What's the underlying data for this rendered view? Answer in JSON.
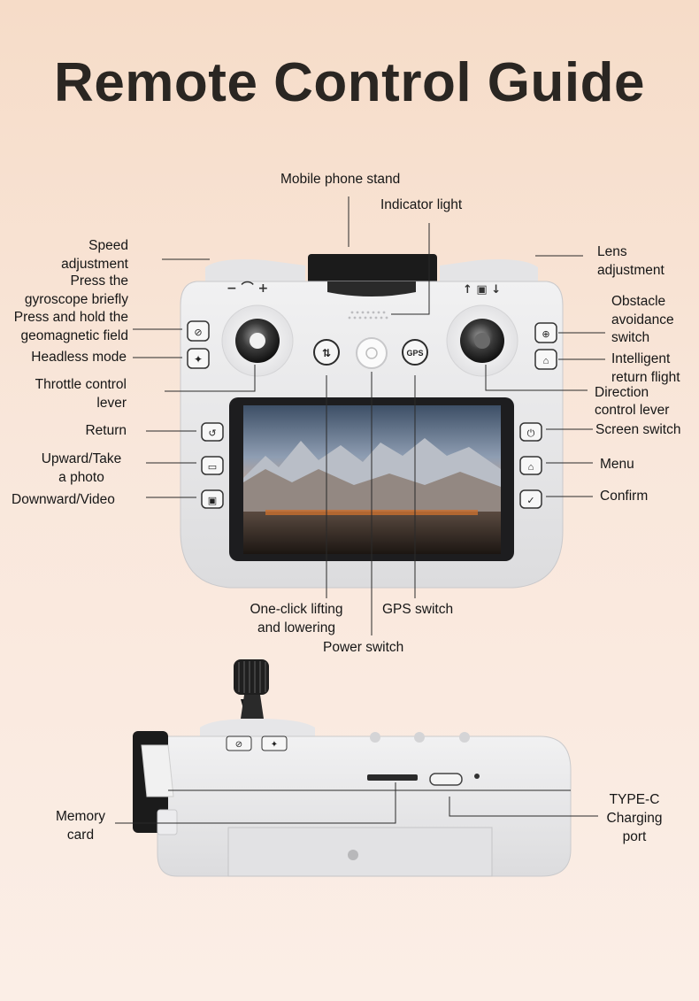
{
  "title": "Remote Control Guide",
  "labels": {
    "mobile_phone_stand": "Mobile phone stand",
    "indicator_light": "Indicator light",
    "speed_adjustment": "Speed\nadjustment",
    "lens_adjustment": "Lens\nadjustment",
    "gyroscope": "Press the\ngyroscope briefly\nPress and hold the\ngeomagnetic field",
    "obstacle_avoidance": "Obstacle\navoidance\nswitch",
    "headless_mode": "Headless mode",
    "intelligent_return": "Intelligent\nreturn flight",
    "throttle_lever": "Throttle control\nlever",
    "direction_lever": "Direction\ncontrol lever",
    "return": "Return",
    "screen_switch": "Screen switch",
    "upward_photo": "Upward/Take\na photo",
    "menu": "Menu",
    "downward_video": "Downward/Video",
    "confirm": "Confirm",
    "one_click": "One-click lifting\nand lowering",
    "gps_switch": "GPS switch",
    "power_switch": "Power switch",
    "memory_card": "Memory\ncard",
    "typec": "TYPE-C\nCharging\nport"
  },
  "controller_marks": {
    "speed_marks": "− ⌒ +",
    "lens_marks": "↑ ▣ ↓",
    "gps_button": "GPS"
  },
  "colors": {
    "accent_line": "#2a2a2a",
    "body": "#e9e9ea",
    "background": "#f6dcc8"
  }
}
